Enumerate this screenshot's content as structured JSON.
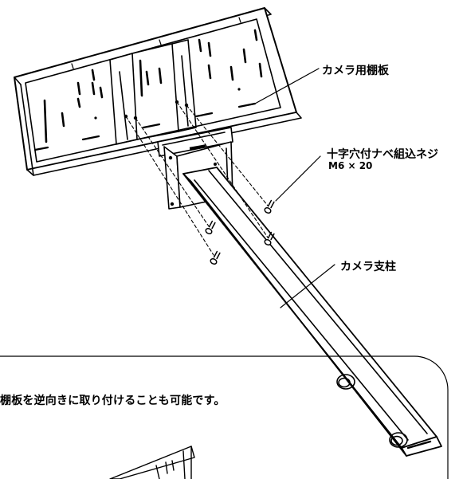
{
  "labels": {
    "shelf": "カメラ用棚板",
    "screw": "十字穴付ナベ組込ネジ",
    "screw_size": "M6 × 20",
    "pole": "カメラ支柱"
  },
  "note": {
    "text": "棚板を逆向きに取り付けることも可能です。"
  },
  "colors": {
    "ink": "#000000",
    "paper": "#ffffff"
  }
}
